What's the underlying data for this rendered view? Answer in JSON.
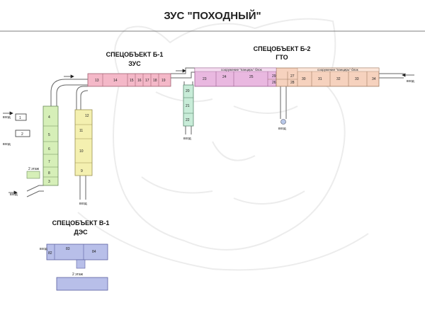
{
  "title": "ЗУС \"ПОХОДНЫЙ\"",
  "objects": {
    "b1": {
      "name": "СПЕЦОБЪЕКТ Б-1",
      "sub": "ЗУС"
    },
    "b2": {
      "name": "СПЕЦОБЪЕКТ Б-2",
      "sub": "ГТО"
    },
    "v1": {
      "name": "СПЕЦОБЪЕКТ В-1",
      "sub": "ДЭС"
    }
  },
  "labels": {
    "entrance": "вход",
    "floor2": "2 этаж",
    "armor_block": "сооружение \"панцирь\" блок",
    "armor_block2": "сооружение \"панцирь\" блок"
  },
  "rooms": {
    "left_column": [
      "1",
      "2",
      "3",
      "4",
      "5",
      "6",
      "7",
      "8"
    ],
    "mid_column": [
      "9",
      "10",
      "11",
      "12"
    ],
    "b1_row": [
      "13",
      "14",
      "15",
      "16",
      "17",
      "18",
      "19"
    ],
    "b1_down": [
      "20",
      "21",
      "22"
    ],
    "b2_row": [
      "23",
      "24",
      "25",
      "26",
      "27",
      "28",
      "29",
      "30",
      "31",
      "32",
      "33",
      "34"
    ],
    "v1": [
      "82",
      "83",
      "84"
    ]
  },
  "colors": {
    "green": "#d6efb8",
    "yellow": "#f4f0b0",
    "pink": "#f4b8c8",
    "mint": "#c8ecd8",
    "salmon": "#f6d2be",
    "magenta": "#e9b8e0",
    "blue": "#b8bfe9",
    "grey": "#8a8a8a"
  }
}
